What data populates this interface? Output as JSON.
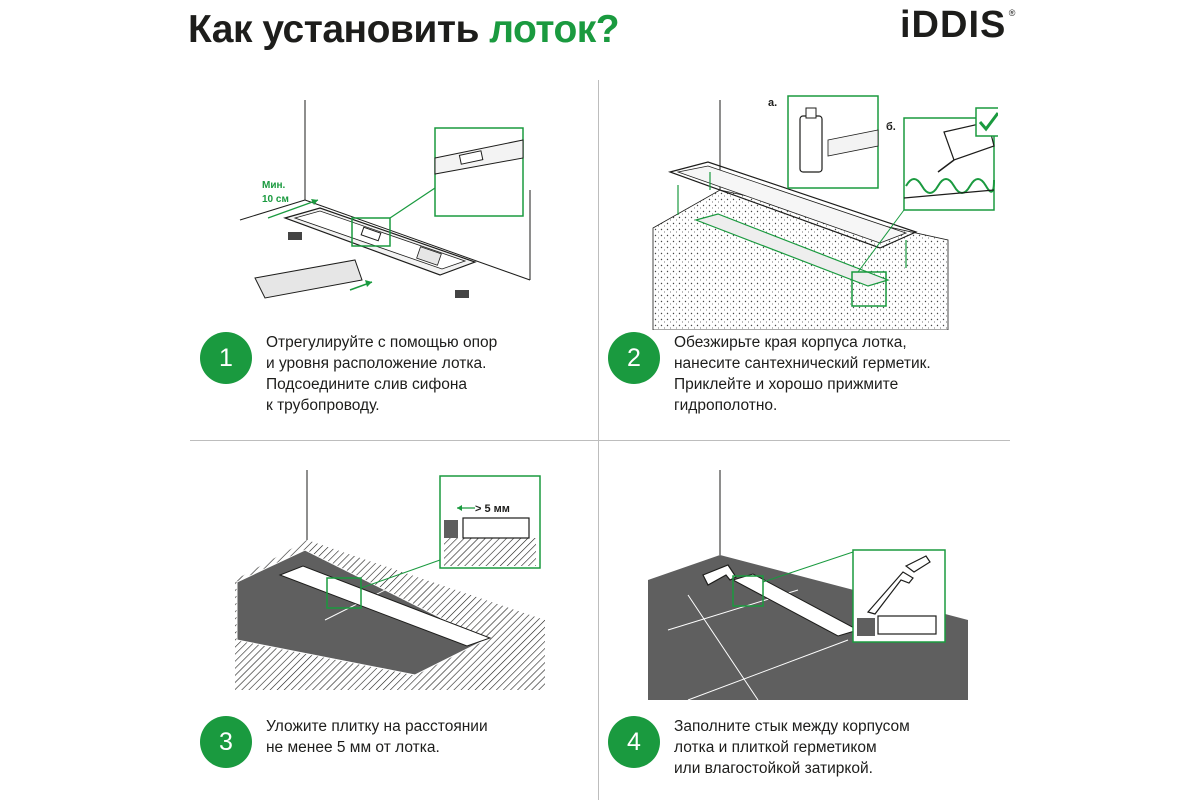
{
  "header": {
    "title_main": "Как установить ",
    "title_accent": "лоток?",
    "logo_text": "iDDIS",
    "logo_mark": "®"
  },
  "colors": {
    "accent": "#1a9a3f",
    "text": "#1d1d1b",
    "tile": "#5f5f5f",
    "divider": "#bdbdbd"
  },
  "steps": [
    {
      "number": "1",
      "lines": [
        "Отрегулируйте с помощью опор",
        "и уровня расположение лотка.",
        "Подсоедините слив сифона",
        "к трубопроводу."
      ],
      "illustration_labels": {
        "min_line1": "Мин.",
        "min_line2": "10 см"
      }
    },
    {
      "number": "2",
      "lines": [
        "Обезжирьте края корпуса лотка,",
        "нанесите сантехнический герметик.",
        "Приклейте и хорошо прижмите",
        "гидрополотно."
      ],
      "illustration_labels": {
        "label_a": "а.",
        "label_b": "б."
      }
    },
    {
      "number": "3",
      "lines": [
        "Уложите плитку на расстоянии",
        "не менее 5 мм от лотка."
      ],
      "illustration_labels": {
        "gap": "> 5 мм"
      }
    },
    {
      "number": "4",
      "lines": [
        "Заполните стык между корпусом",
        "лотка и плиткой герметиком",
        "или влагостойкой затиркой."
      ]
    }
  ]
}
